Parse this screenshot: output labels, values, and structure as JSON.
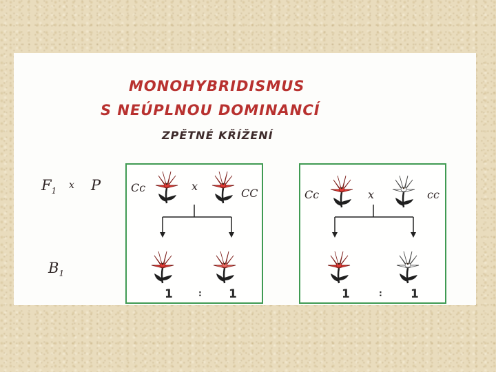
{
  "title": {
    "line1": "MONOHYBRIDISMUS",
    "line2": "S  NEÚPLNOU  DOMINANCÍ",
    "subtitle": "ZPĚTNÉ  KŘÍŽENÍ"
  },
  "row_labels": {
    "parent_f1": "F",
    "parent_f1_sub": "1",
    "cross_sign": "x",
    "parent_p": "P",
    "offspring": "B",
    "offspring_sub": "1"
  },
  "panels": [
    {
      "left_genotype": "Cc",
      "cross_sign": "x",
      "right_genotype": "CC",
      "ratio_left": "1",
      "ratio_sep": ":",
      "ratio_right": "1",
      "flower_colors": {
        "parent_left": "#e23a35",
        "parent_right": "#e23a35",
        "off_left": "#e23a35",
        "off_right": "#ef6b64"
      }
    },
    {
      "left_genotype": "Cc",
      "cross_sign": "x",
      "right_genotype": "cc",
      "ratio_left": "1",
      "ratio_sep": ":",
      "ratio_right": "1",
      "flower_colors": {
        "parent_left": "#e23a35",
        "parent_right": "#ffffff",
        "off_left": "#e23a35",
        "off_right": "#ffffff"
      }
    }
  ],
  "colors": {
    "title_red": "#b8312f",
    "panel_border": "#3f9a52",
    "stem": "#1f1f1f"
  }
}
